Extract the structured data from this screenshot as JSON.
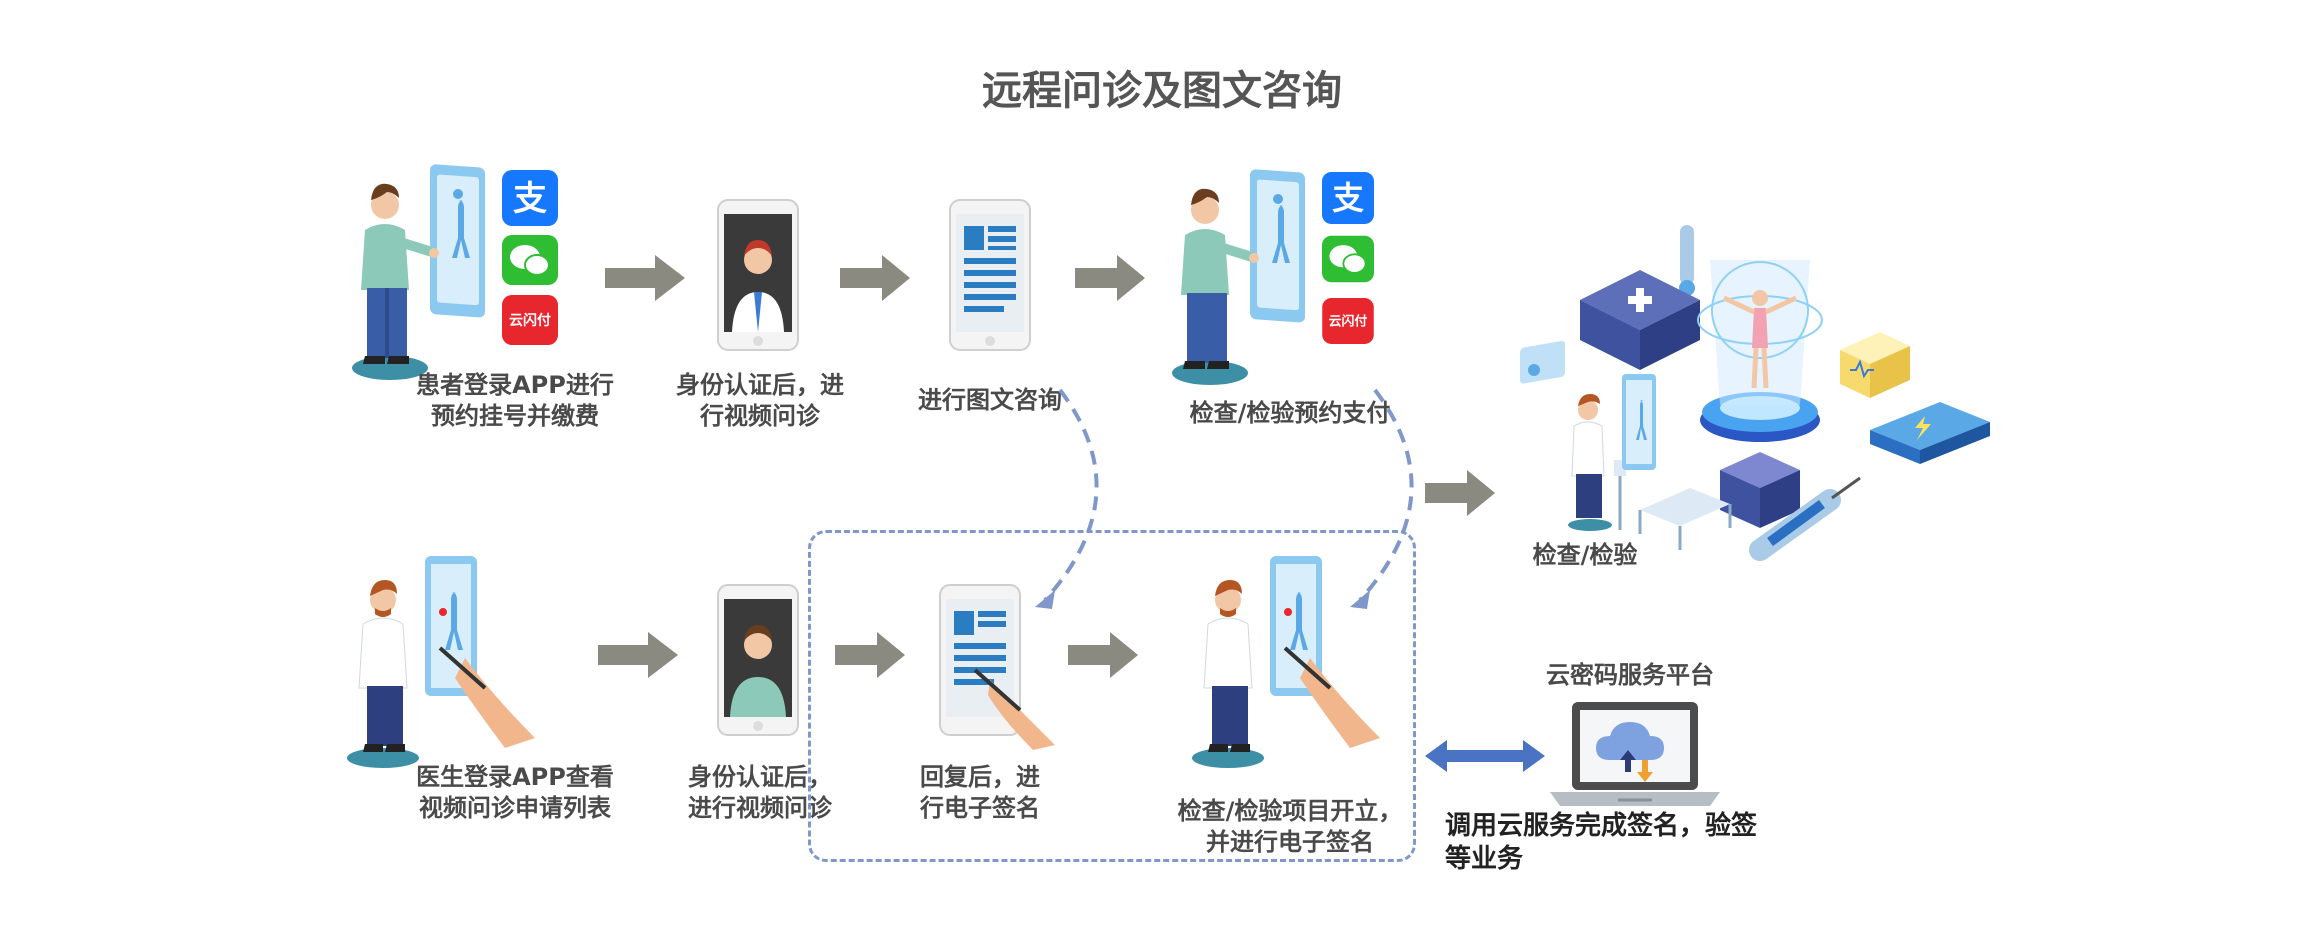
{
  "title": "远程问诊及图文咨询",
  "top_row": {
    "step1": {
      "line1": "患者登录APP进行",
      "line2": "预约挂号并缴费"
    },
    "step2": {
      "line1": "身份认证后，进",
      "line2": "行视频问诊"
    },
    "step3": {
      "line1": "进行图文咨询"
    },
    "step4": {
      "line1": "检查/检验预约支付"
    }
  },
  "bottom_row": {
    "step1": {
      "line1": "医生登录APP查看",
      "line2": "视频问诊申请列表"
    },
    "step2": {
      "line1": "身份认证后，",
      "line2": "进行视频问诊"
    },
    "step3": {
      "line1": "回复后，进",
      "line2": "行电子签名"
    },
    "step4": {
      "line1": "检查/检验项目开立，",
      "line2": "并进行电子签名"
    }
  },
  "exam": {
    "label": "检查/检验"
  },
  "platform": {
    "label": "云密码服务平台",
    "desc_line1": "调用云服务完成签名，验签",
    "desc_line2": "等业务"
  },
  "payment_badges": {
    "alipay": "支",
    "unionpay": "云闪付"
  },
  "icons": [
    "patient-icon",
    "phone-icon",
    "alipay-icon",
    "wechat-icon",
    "unionpay-icon",
    "doctor-icon",
    "document-icon",
    "arrow-icon",
    "laptop-icon",
    "cloud-icon",
    "medical-equipment-icon"
  ],
  "colors": {
    "arrow": "#8a8a80",
    "dashed": "#7f97c9",
    "blue_arrow": "#4a73c4",
    "phone": "#5aa8e6",
    "alipay": "#1677ff",
    "wechat": "#2ebd33",
    "unionpay": "#e8262d"
  }
}
